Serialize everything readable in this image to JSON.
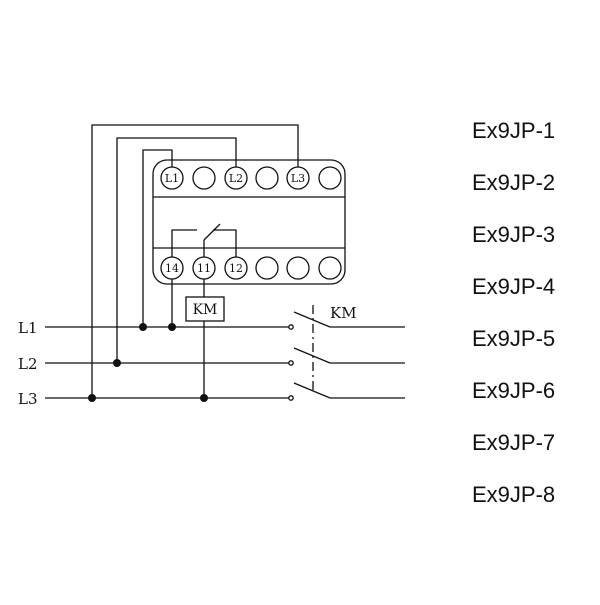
{
  "diagram": {
    "top_terminals": [
      "L1",
      "",
      "L2",
      "",
      "L3",
      ""
    ],
    "bottom_terminals": [
      "14",
      "11",
      "12",
      "",
      "",
      ""
    ],
    "relay_label": "KM",
    "contactor_label": "KM",
    "lines": [
      "L1",
      "L2",
      "L3"
    ]
  },
  "models": [
    "Ex9JP-1",
    "Ex9JP-2",
    "Ex9JP-3",
    "Ex9JP-4",
    "Ex9JP-5",
    "Ex9JP-6",
    "Ex9JP-7",
    "Ex9JP-8"
  ]
}
